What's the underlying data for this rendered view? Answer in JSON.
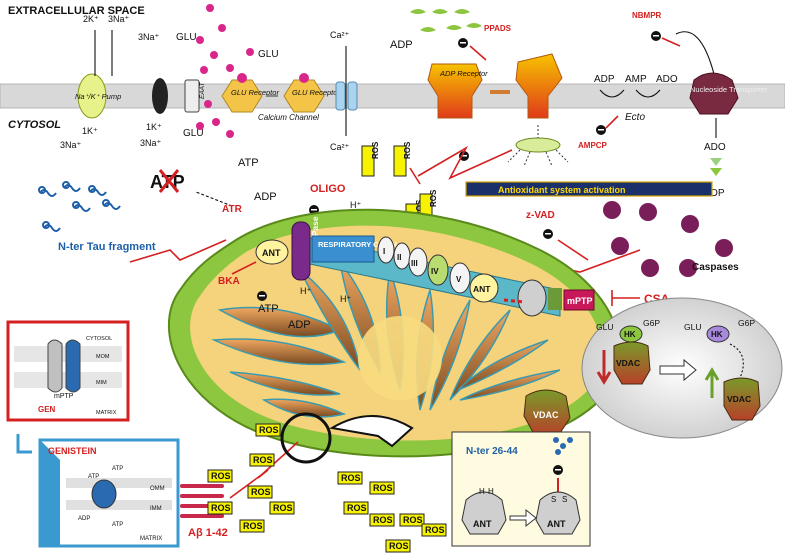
{
  "regions": {
    "extracellular": "EXTRACELLULAR SPACE",
    "cytosol": "CYTOSOL"
  },
  "membrane": {
    "pump": "Na⁺/K⁺ Pump",
    "pump_2k": "2K⁺",
    "pump_3na_top": "3Na⁺",
    "pump_1k": "1K⁺",
    "pump_3na_bottom": "3Na⁺",
    "eaat": "EAAT",
    "eaat_3na_top": "3Na⁺",
    "eaat_1k": "1K⁺",
    "eaat_3na_bottom": "3Na⁺",
    "eaat_glu_top": "GLU",
    "eaat_glu_bottom": "GLU",
    "glu_free": "GLU",
    "glu_receptor": "GLU Receptor",
    "calcium_channel": "Calcium Channel",
    "ca_top": "Ca²⁺",
    "ca_bottom": "Ca²⁺",
    "adp_top": "ADP",
    "ppads": "PPADS",
    "adp_receptor": "ADP Receptor",
    "adp_ecto": "ADP",
    "amp_ecto": "AMP",
    "ado_ecto": "ADO",
    "ecto": "Ecto",
    "ampcp": "AMPCP",
    "nbmpr": "NBMPR",
    "nucleoside_transporter": "Nucleoside Transporter",
    "ado_cyto": "ADO",
    "adp_cyto": "ADP"
  },
  "cytosol": {
    "antioxidant": "Antioxidant system activation",
    "atp_crossed": "ATP",
    "atp_label": "ATP",
    "adp_label": "ADP",
    "atr": "ATR",
    "oligo": "OLIGO",
    "hplus_top": "H⁺",
    "tau_fragment": "N-ter Tau fragment",
    "zvad": "z-VAD",
    "caspases": "Caspases",
    "csa": "CSA",
    "ros_vertical_1": "ROS",
    "ros_vertical_2": "ROS",
    "ros_vertical_3": "ROS",
    "ros_vertical_4": "ROS",
    "bka": "BKA",
    "abeta": "Aβ 1-42",
    "genistein": "GENISTEIN",
    "vdac_free": "VDAC",
    "ros_blocks": [
      "ROS",
      "ROS",
      "ROS",
      "ROS",
      "ROS",
      "ROS",
      "ROS",
      "ROS",
      "ROS",
      "ROS",
      "ROS",
      "ROS",
      "ROS",
      "ROS"
    ]
  },
  "mito": {
    "ant": "ANT",
    "atpase": "ATPase",
    "respiratory_chain": "RESPIRATORY CHAIN",
    "complex_1": "I",
    "complex_2": "II",
    "complex_3": "III",
    "complex_4": "IV",
    "complex_5": "V",
    "ant_right": "ANT",
    "mptp": "mPTP",
    "atp_inner": "ATP",
    "adp_inner": "ADP",
    "hplus_inner": "H⁺",
    "hplus_ring": "H⁺"
  },
  "vdac_panel": {
    "glu_left": "GLU",
    "hk_left": "HK",
    "g6p_left": "G6P",
    "vdac_left": "VDAC",
    "glu_right": "GLU",
    "hk_right": "HK",
    "g6p_right": "G6P",
    "vdac_right": "VDAC"
  },
  "inset_red": {
    "cytosol": "CYTOSOL",
    "mom": "MOM",
    "mim": "MIM",
    "matrix": "MATRIX",
    "mptp": "mPTP",
    "gen": "GEN"
  },
  "inset_blue": {
    "atp1": "ATP",
    "atp2": "ATP",
    "atp3": "ATP",
    "adp1": "ADP",
    "omm": "OMM",
    "imm": "IMM",
    "matrix": "MATRIX"
  },
  "inset_bottom": {
    "nter": "N-ter 26-44",
    "h1": "H",
    "h2": "H",
    "s1": "S",
    "s2": "S",
    "ant_left": "ANT",
    "ant_right": "ANT"
  },
  "colors": {
    "membrane": "#d8d8d8",
    "mito_outer": "#8dc63f",
    "mito_fill": "#f5d37c",
    "cristae": "#e8964a",
    "ros": "#f6f200",
    "inhibitor": "#d42020",
    "tau": "#1d5fa8"
  }
}
